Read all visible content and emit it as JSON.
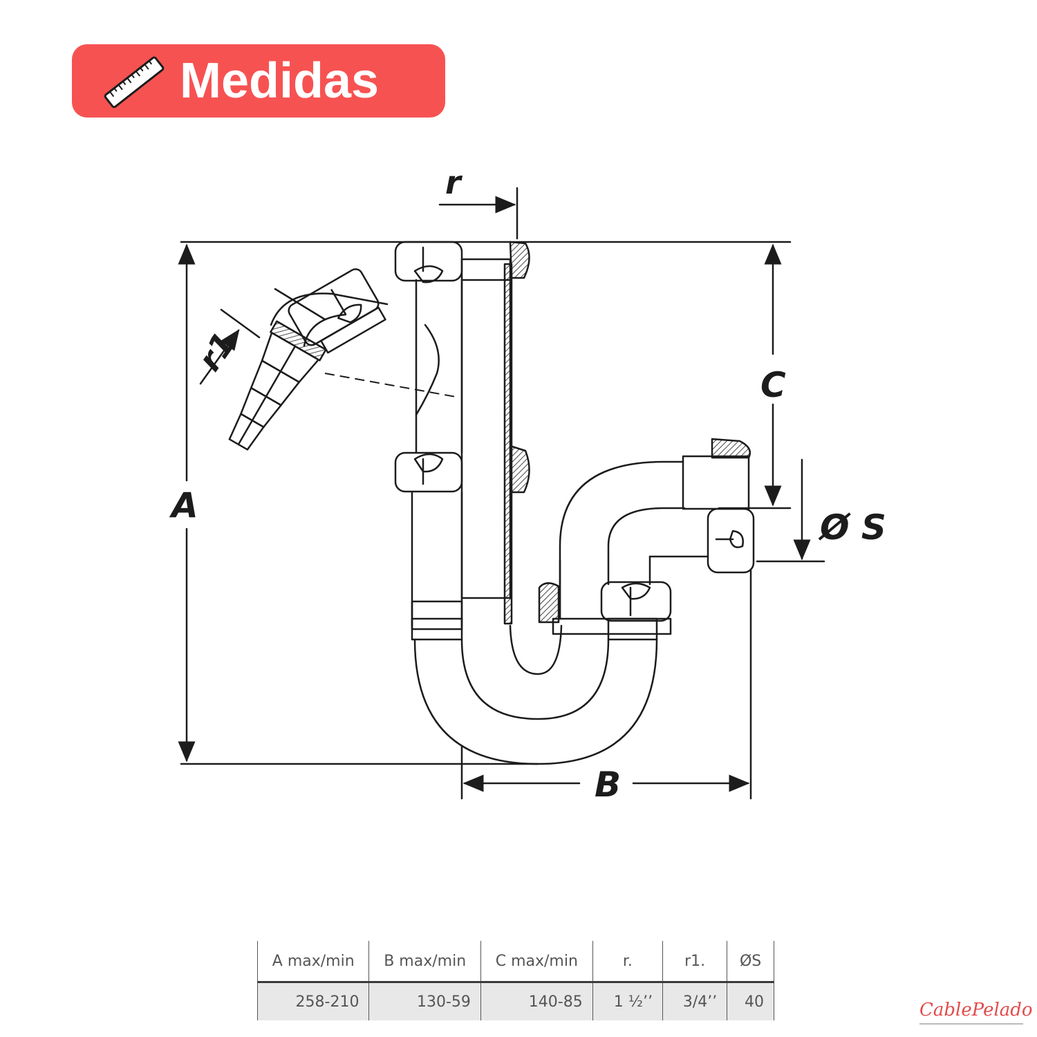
{
  "header": {
    "title": "Medidas",
    "icon": "ruler-icon",
    "badge_color": "#f75252"
  },
  "diagram": {
    "labels": {
      "r": "r",
      "r1": "r1",
      "a": "A",
      "b": "B",
      "c": "C",
      "s": "Ø S"
    },
    "line_color": "#1c1c1c"
  },
  "spec_table": {
    "headers": [
      "A max/min",
      "B max/min",
      "C max/min",
      "r.",
      "r1.",
      "ØS"
    ],
    "values": [
      "258-210",
      "130-59",
      "140-85",
      "1 ½’’",
      "3/4’’",
      "40"
    ]
  },
  "brand": {
    "name": "CablePelado"
  }
}
